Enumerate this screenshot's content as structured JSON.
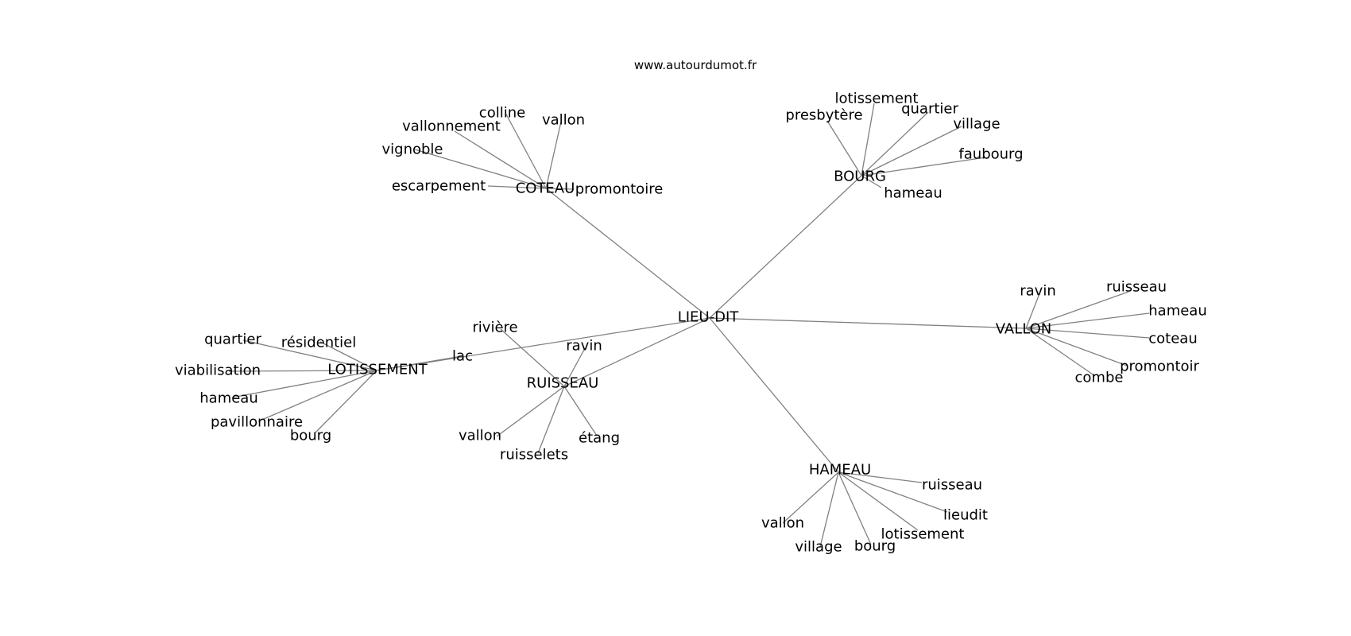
{
  "credit": "www.autourdumot.fr",
  "graph": {
    "center": "LIEU-DIT",
    "hubs": [
      {
        "label": "COTEAU",
        "children": [
          "colline",
          "vallon",
          "vallonnement",
          "vignoble",
          "escarpement",
          "promontoire"
        ]
      },
      {
        "label": "BOURG",
        "children": [
          "lotissement",
          "presbytère",
          "quartier",
          "village",
          "faubourg",
          "hameau"
        ]
      },
      {
        "label": "VALLON",
        "children": [
          "ravin",
          "ruisseau",
          "hameau",
          "coteau",
          "promontoir",
          "combe"
        ]
      },
      {
        "label": "HAMEAU",
        "children": [
          "ruisseau",
          "lieudit",
          "lotissement",
          "bourg",
          "village",
          "vallon"
        ]
      },
      {
        "label": "RUISSEAU",
        "children": [
          "rivière",
          "ravin",
          "vallon",
          "ruisselets",
          "étang"
        ]
      },
      {
        "label": "LOTISSEMENT",
        "children": [
          "lac",
          "quartier",
          "résidentiel",
          "viabilisation",
          "hameau",
          "pavillonnaire",
          "bourg"
        ]
      }
    ]
  }
}
